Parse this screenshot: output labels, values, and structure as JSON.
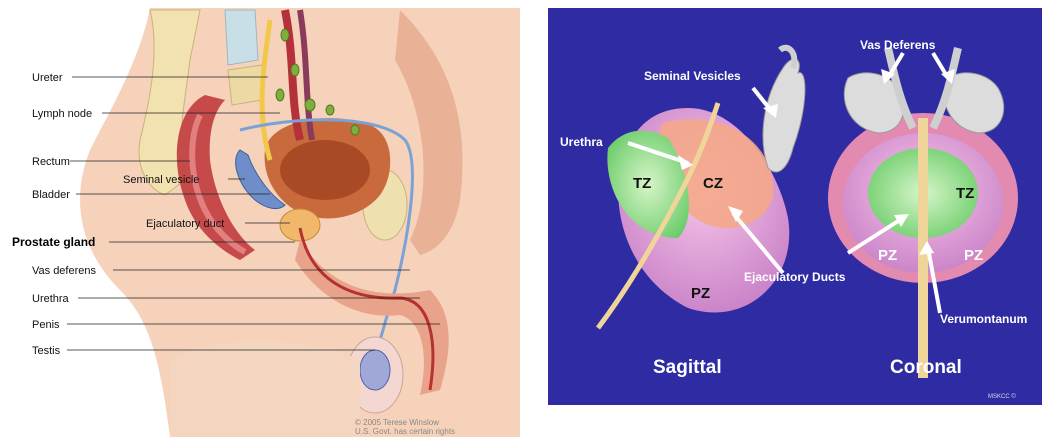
{
  "left_diagram": {
    "labels": {
      "ureter": "Ureter",
      "lymph_node": "Lymph node",
      "rectum": "Rectum",
      "seminal_vesicle": "Seminal vesicle",
      "bladder": "Bladder",
      "ejaculatory_duct": "Ejaculatory duct",
      "prostate_gland": "Prostate gland",
      "vas_deferens": "Vas deferens",
      "urethra": "Urethra",
      "penis": "Penis",
      "testis": "Testis"
    },
    "credit_line1": "© 2005 Terese Winslow",
    "credit_line2": "U.S. Govt. has certain rights"
  },
  "right_diagram": {
    "labels": {
      "vas_deferens": "Vas Deferens",
      "seminal_vesicles": "Seminal Vesicles",
      "urethra": "Urethra",
      "ejaculatory_ducts": "Ejaculatory Ducts",
      "verumontanum": "Verumontanum"
    },
    "zones": {
      "sag_tz": "TZ",
      "sag_cz": "CZ",
      "sag_pz": "PZ",
      "cor_tz": "TZ",
      "cor_pz_left": "PZ",
      "cor_pz_right": "PZ"
    },
    "views": {
      "sagittal": "Sagittal",
      "coronal": "Coronal"
    },
    "logo": "MSKCC ©",
    "colors": {
      "background": "#2e2ba3",
      "transition_zone": "#7cd67a",
      "central_zone": "#f3a58c",
      "peripheral_zone": "#d98bd6"
    }
  }
}
